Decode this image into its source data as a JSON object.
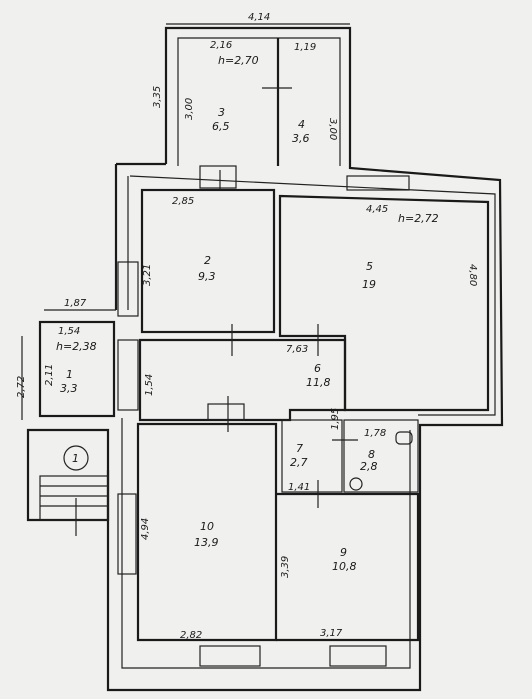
{
  "rooms": [
    {
      "no": "1",
      "area": "3,3"
    },
    {
      "no": "2",
      "area": "9,3"
    },
    {
      "no": "3",
      "area": "6,5"
    },
    {
      "no": "4",
      "area": "3,6"
    },
    {
      "no": "5",
      "area": "19"
    },
    {
      "no": "6",
      "area": "11,8"
    },
    {
      "no": "7",
      "area": "2,7"
    },
    {
      "no": "8",
      "area": "2,8"
    },
    {
      "no": "9",
      "area": "10,8"
    },
    {
      "no": "10",
      "area": "13,9"
    }
  ],
  "heights": {
    "h1": "h=2,38",
    "h2": "h=2,70",
    "h3": "h=2,72"
  },
  "dims": {
    "d414": "4,14",
    "d216": "2,16",
    "d119": "1,19",
    "d335": "3,35",
    "d300a": "3,00",
    "d300b": "3,00",
    "d285": "2,85",
    "d445": "4,45",
    "d321": "3,21",
    "d480": "4,80",
    "d187": "1,87",
    "d154a": "1,54",
    "d211": "2,11",
    "d272": "2,72",
    "d154b": "1,54",
    "d763": "7,63",
    "d195": "1,95",
    "d178": "1,78",
    "d141": "1,41",
    "d494": "4,94",
    "d339": "3,39",
    "d282": "2,82",
    "d317": "3,17"
  },
  "entrance_marker": "1"
}
